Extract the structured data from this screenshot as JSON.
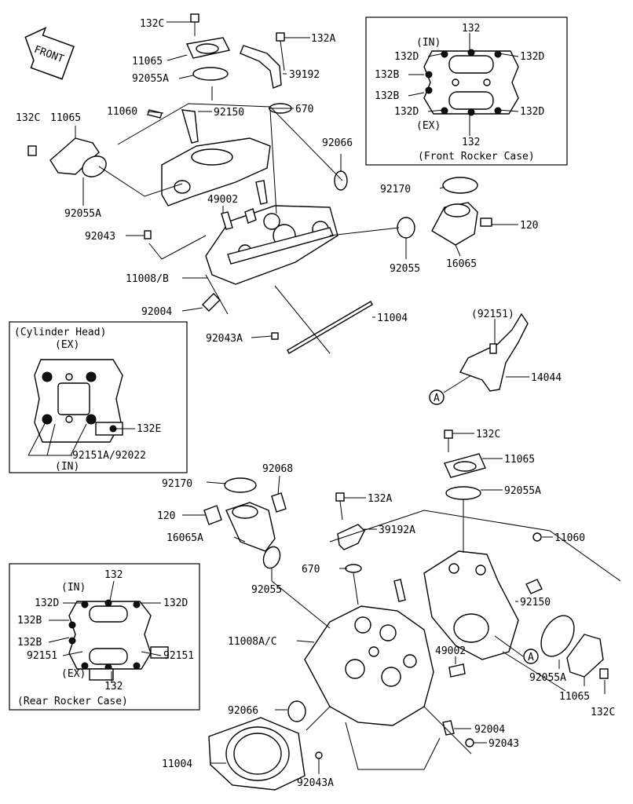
{
  "front_label": "FRONT",
  "boxes": {
    "front_rocker": {
      "caption": "(Front Rocker Case)",
      "labels": [
        "132",
        "(IN)",
        "132D",
        "132D",
        "132B",
        "132B",
        "132D",
        "132D",
        "(EX)",
        "132"
      ]
    },
    "cylinder_head": {
      "caption": "(Cylinder Head)",
      "labels": [
        "(EX)",
        "132E",
        "92151A/92022",
        "(IN)"
      ]
    },
    "rear_rocker": {
      "caption": "(Rear Rocker Case)",
      "labels": [
        "132",
        "(IN)",
        "132D",
        "132D",
        "132B",
        "132B",
        "92151",
        "92151",
        "(EX)",
        "132"
      ]
    }
  },
  "parts": [
    "132C",
    "11065",
    "92055A",
    "11060",
    "92150",
    "132A",
    "39192",
    "670",
    "132C",
    "11065",
    "92055A",
    "92066",
    "49002",
    "92043",
    "92170",
    "120",
    "92055",
    "16065",
    "11008/B",
    "92004",
    "11004",
    "92043A",
    "(92151)",
    "14044",
    "A",
    "132C",
    "11065",
    "92055A",
    "92068",
    "92170",
    "120",
    "16065A",
    "132A",
    "39192A",
    "11060",
    "670",
    "92055",
    "92150",
    "11008A/C",
    "49002",
    "A",
    "92055A",
    "11065",
    "132C",
    "92066",
    "92004",
    "11004",
    "92043",
    "92043A"
  ]
}
